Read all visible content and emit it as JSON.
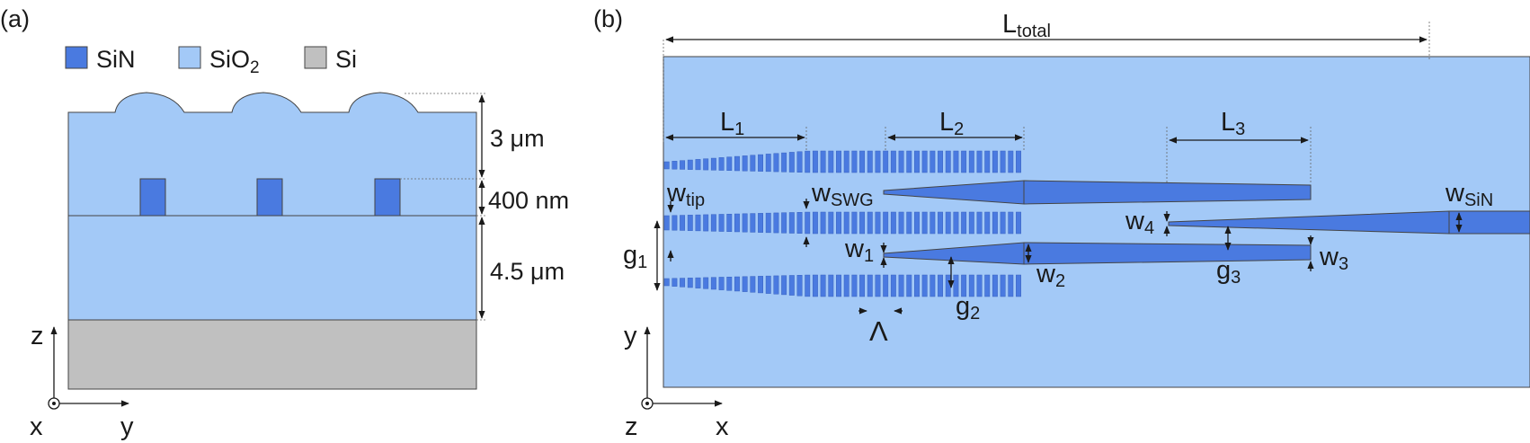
{
  "panels": {
    "a": {
      "label": "(a)"
    },
    "b": {
      "label": "(b)"
    }
  },
  "legend": [
    {
      "name": "SiN",
      "sub": "",
      "color": "#4a7ae0"
    },
    {
      "name": "SiO",
      "sub": "2",
      "color": "#a3c9f7"
    },
    {
      "name": "Si",
      "sub": "",
      "color": "#c0c0c0"
    }
  ],
  "colors": {
    "sin": "#4a7ae0",
    "sio2": "#a3c9f7",
    "si": "#c0c0c0",
    "line": "#1a1a1a"
  },
  "cross_section": {
    "thicknesses": [
      {
        "key": "cladding",
        "text": "3 μm"
      },
      {
        "key": "core",
        "text": "400 nm"
      },
      {
        "key": "box",
        "text": "4.5 μm"
      }
    ],
    "axes": {
      "vertical": "z",
      "horizontal": "y",
      "out_of_plane": "x"
    }
  },
  "top_view": {
    "labels": {
      "L_total": {
        "main": "L",
        "sub": "total"
      },
      "L1": {
        "main": "L",
        "sub": "1"
      },
      "L2": {
        "main": "L",
        "sub": "2"
      },
      "L3": {
        "main": "L",
        "sub": "3"
      },
      "w_tip": {
        "main": "w",
        "sub": "tip"
      },
      "w_SWG": {
        "main": "w",
        "sub": "SWG"
      },
      "w_SiN": {
        "main": "w",
        "sub": "SiN"
      },
      "w1": {
        "main": "w",
        "sub": "1"
      },
      "w2": {
        "main": "w",
        "sub": "2"
      },
      "w3": {
        "main": "w",
        "sub": "3"
      },
      "w4": {
        "main": "w",
        "sub": "4"
      },
      "g1": {
        "main": "g",
        "sub": "1"
      },
      "g2": {
        "main": "g",
        "sub": "2"
      },
      "g3": {
        "main": "g",
        "sub": "3"
      },
      "period": {
        "main": "Λ",
        "sub": ""
      }
    },
    "axes": {
      "vertical": "y",
      "horizontal": "x",
      "out_of_plane": "z"
    }
  }
}
